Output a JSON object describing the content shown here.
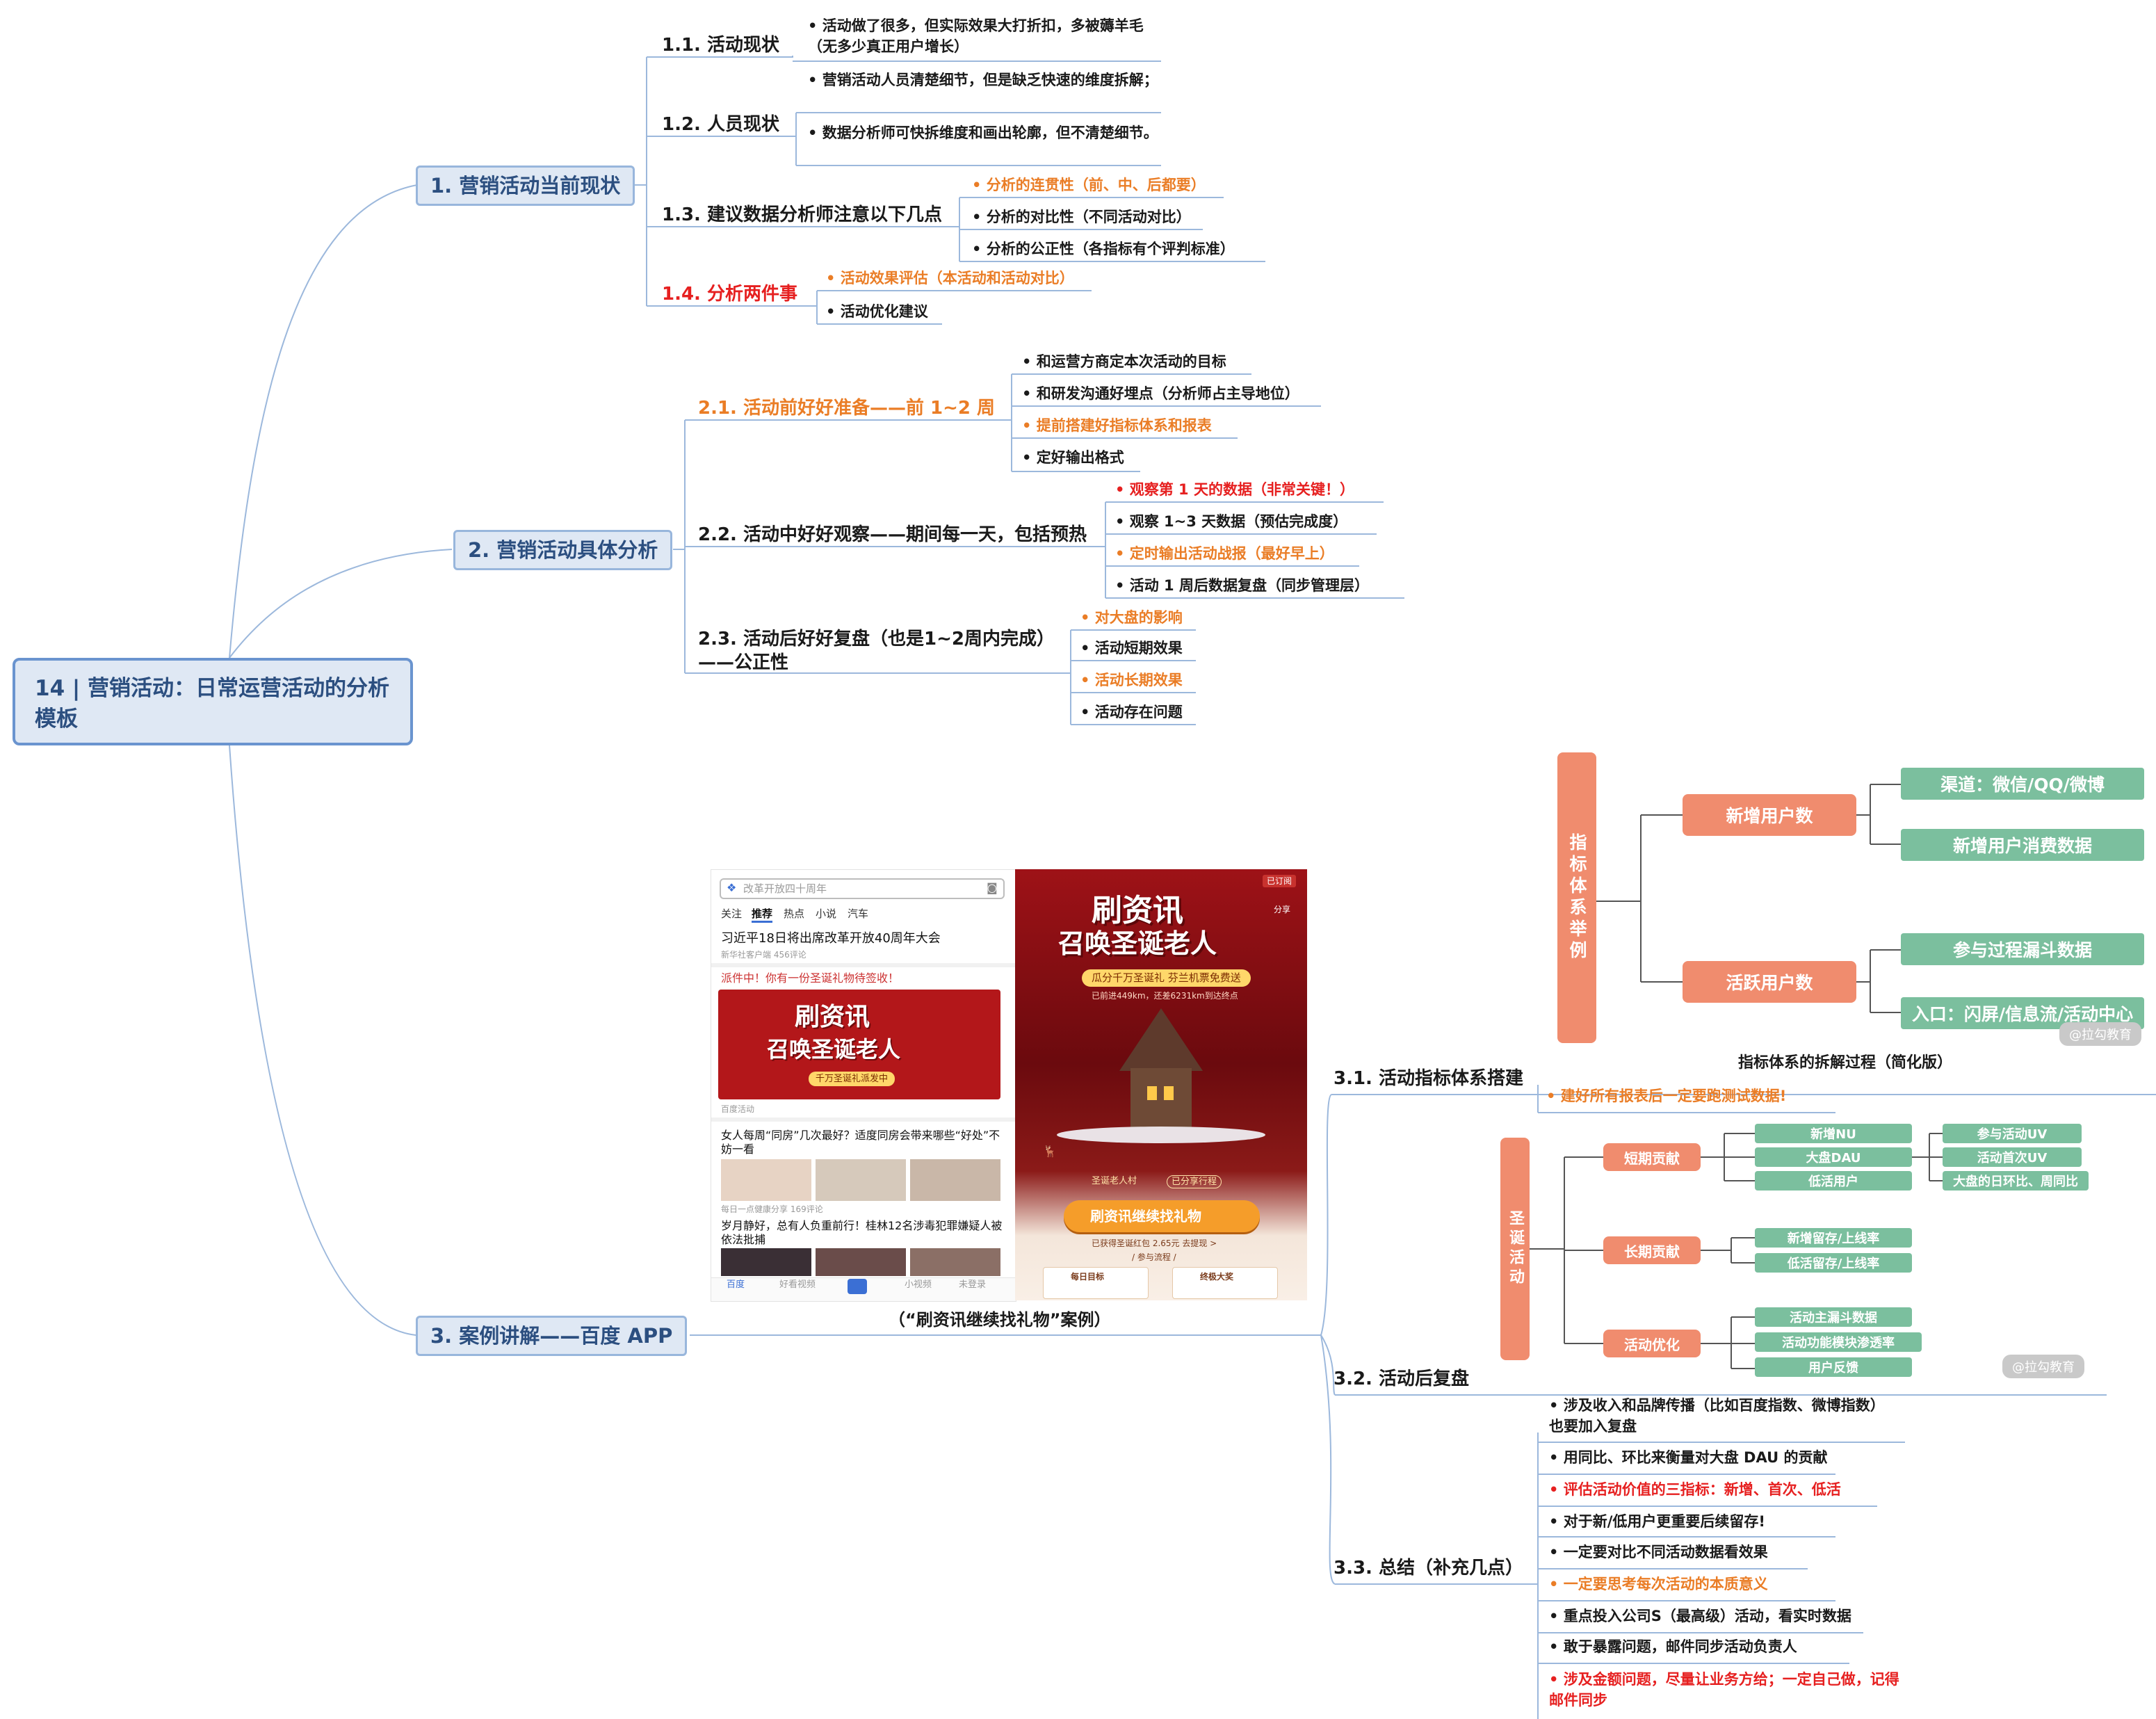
{
  "root": {
    "title": "14 | 营销活动：日常运营活动的分析模板"
  },
  "branches": {
    "b1": {
      "label": "1. 营销活动当前现状",
      "s1": {
        "label": "1.1. 活动现状",
        "leaves": [
          "• 活动做了很多，但实际效果大打折扣，多被薅羊毛（无多少真正用户增长）"
        ]
      },
      "s2": {
        "label": "1.2. 人员现状",
        "leaves": [
          "• 营销活动人员清楚细节，但是缺乏快速的维度拆解；",
          "• 数据分析师可快拆维度和画出轮廓，但不清楚细节。"
        ]
      },
      "s3": {
        "label": "1.3. 建议数据分析师注意以下几点",
        "leaves": [
          "• 分析的连贯性（前、中、后都要）",
          "• 分析的对比性（不同活动对比）",
          "• 分析的公正性（各指标有个评判标准）"
        ]
      },
      "s4": {
        "label": "1.4. 分析两件事",
        "leaves": [
          "• 活动效果评估（本活动和活动对比）",
          "• 活动优化建议"
        ]
      }
    },
    "b2": {
      "label": "2. 营销活动具体分析",
      "s1": {
        "label": "2.1. 活动前好好准备——前 1~2 周",
        "leaves": [
          "• 和运营方商定本次活动的目标",
          "• 和研发沟通好埋点（分析师占主导地位）",
          "• 提前搭建好指标体系和报表",
          "• 定好输出格式"
        ]
      },
      "s2": {
        "label": "2.2. 活动中好好观察——期间每一天，包括预热",
        "leaves": [
          "• 观察第 1 天的数据（非常关键！）",
          "• 观察 1~3 天数据（预估完成度）",
          "• 定时输出活动战报（最好早上）",
          "• 活动 1 周后数据复盘（同步管理层）"
        ]
      },
      "s3": {
        "label": "2.3. 活动后好好复盘（也是1~2周内完成）——公正性",
        "leaves": [
          "• 对大盘的影响",
          "• 活动短期效果",
          "• 活动长期效果",
          "• 活动存在问题"
        ]
      }
    },
    "b3": {
      "label": "3. 案例讲解——百度 APP",
      "case_caption": "（“刷资讯继续找礼物”案例）",
      "s1": {
        "label": "3.1. 活动指标体系搭建",
        "caption": "指标体系的拆解过程（简化版）",
        "leaves": [
          "• 建好所有报表后一定要跑测试数据!"
        ]
      },
      "s2": {
        "label": "3.2. 活动后复盘"
      },
      "s3": {
        "label": "3.3. 总结（补充几点）",
        "leaves": [
          "• 涉及收入和品牌传播（比如百度指数、微博指数）也要加入复盘",
          "• 用同比、环比来衡量对大盘 DAU 的贡献",
          "• 评估活动价值的三指标：新增、首次、低活",
          "• 对于新/低用户更重要后续留存!",
          "• 一定要对比不同活动数据看效果",
          "• 一定要思考每次活动的本质意义",
          "• 重点投入公司S（最高级）活动，看实时数据",
          "• 敢于暴露问题，邮件同步活动负责人",
          "• 涉及金额问题，尽量让业务方给；一定自己做，记得邮件同步"
        ]
      }
    }
  },
  "indicator_tree": {
    "root": "指标体系举例",
    "mid": [
      "新增用户数",
      "活跃用户数"
    ],
    "leaves": [
      "渠道：微信/QQ/微博",
      "新增用户消费数据",
      "参与过程漏斗数据",
      "入口：闪屏/信息流/活动中心"
    ],
    "watermark": "@拉勾教育"
  },
  "review_tree": {
    "root": "圣诞活动",
    "mid": [
      "短期贡献",
      "长期贡献",
      "活动优化"
    ],
    "short": [
      "新增NU",
      "大盘DAU",
      "低活用户"
    ],
    "short_detail": [
      "参与活动UV",
      "活动首次UV",
      "大盘的日环比、周同比"
    ],
    "long": [
      "新增留存/上线率",
      "低活留存/上线率"
    ],
    "opt": [
      "活动主漏斗数据",
      "活动功能模块渗透率",
      "用户反馈"
    ],
    "watermark": "@拉勾教育"
  },
  "phone_a": {
    "search": "改革开放四十周年",
    "tabs": [
      "关注",
      "推荐",
      "热点",
      "小说",
      "汽车"
    ],
    "news1": "习近平18日将出席改革开放40周年大会",
    "news1_meta": "新华社客户端  456评论",
    "banner_text": "派件中！你有一份圣诞礼物待签收！",
    "banner_title1": "刷资讯",
    "banner_title2": "召唤圣诞老人",
    "banner_sub": "千万圣诞礼派发中",
    "banner_meta": "百度活动",
    "news2": "女人每周“同房”几次最好？适度同房会带来哪些“好处”不妨一看",
    "news2_meta": "每日一点健康分享  169评论",
    "news3": "岁月静好，总有人负重前行！桂林12名涉毒犯罪嫌疑人被依法批捕",
    "nav": [
      "百度",
      "好看视频",
      "",
      "小视频",
      "未登录"
    ]
  },
  "phone_b": {
    "corner": "已订阅",
    "title1": "刷资讯",
    "title2": "召唤圣诞老人",
    "banner": "瓜分千万圣诞礼 芬兰机票免费送",
    "progress": "已前进449km，还差6231km到达终点",
    "village": "圣诞老人村",
    "goods": "已分享行程",
    "button": "刷资讯继续找礼物",
    "foot": "已获得圣诞红包 2.65元 去提现 >",
    "flow": "/ 参与流程 /",
    "step1": "每日目标",
    "step2": "终极大奖",
    "share": "分享"
  }
}
